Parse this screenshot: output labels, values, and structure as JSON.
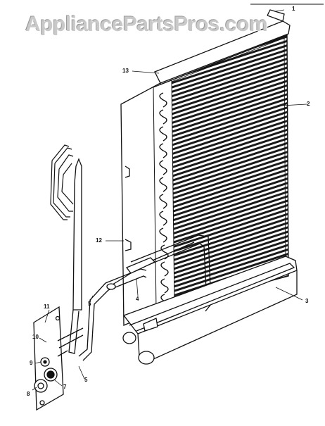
{
  "watermark": "AppliancePartsPros.com",
  "callouts": {
    "c1": "1",
    "c2": "2",
    "c3": "3",
    "c4": "4",
    "c5a": "5",
    "c5b": "5",
    "c7": "7",
    "c8": "8",
    "c9": "9",
    "c10": "10",
    "c11": "11",
    "c12": "12",
    "c13": "13"
  }
}
